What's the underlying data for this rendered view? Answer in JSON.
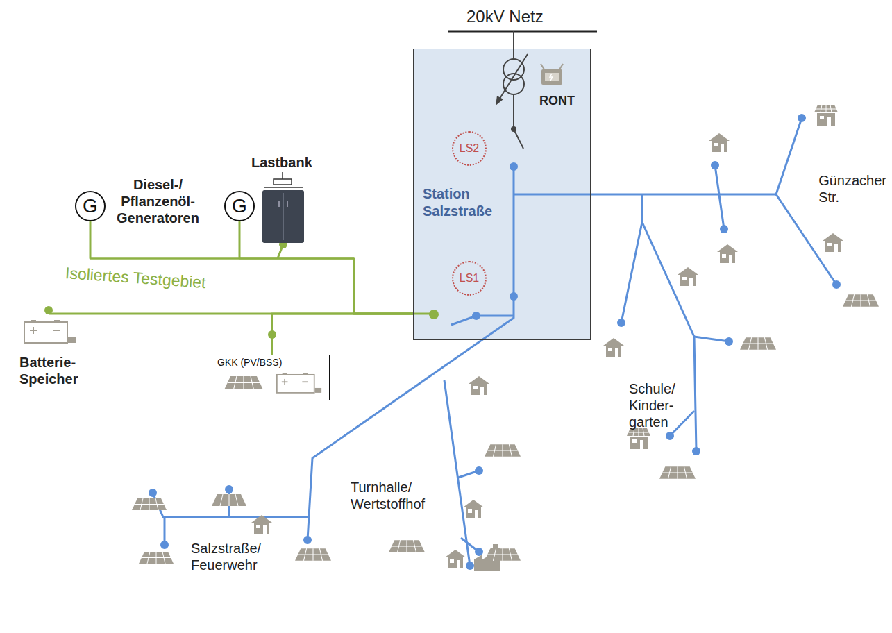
{
  "diagram": {
    "nodes": [
      {
        "text": [
          "RONT",
          "Station Salzstraße"
        ]
      },
      {
        "text": [
          "LS2"
        ],
        "in": 0
      },
      {
        "text": [
          "LS1"
        ],
        "in": 0
      },
      {
        "text": [
          "G"
        ]
      },
      {
        "text": [
          "G"
        ]
      },
      {
        "text": [
          "GKK (PV/BSS)"
        ]
      }
    ],
    "edges": [
      {
        "from": 3,
        "to": 0,
        "arrow": "none"
      },
      {
        "from": 4,
        "to": 0,
        "arrow": "none"
      },
      {
        "from": 5,
        "to": 0,
        "arrow": "none"
      }
    ],
    "labels": [
      "20kV Netz",
      "Diesel-/ Pflanzenöl- Generatoren",
      "Lastbank",
      "Isoliertes Testgebiet",
      "Batterie- Speicher",
      "Günzacher Str.",
      "Schule/ Kinder- garten",
      "Turnhalle/ Wertstoffhof",
      "Salzstraße/ Feuerwehr"
    ]
  }
}
